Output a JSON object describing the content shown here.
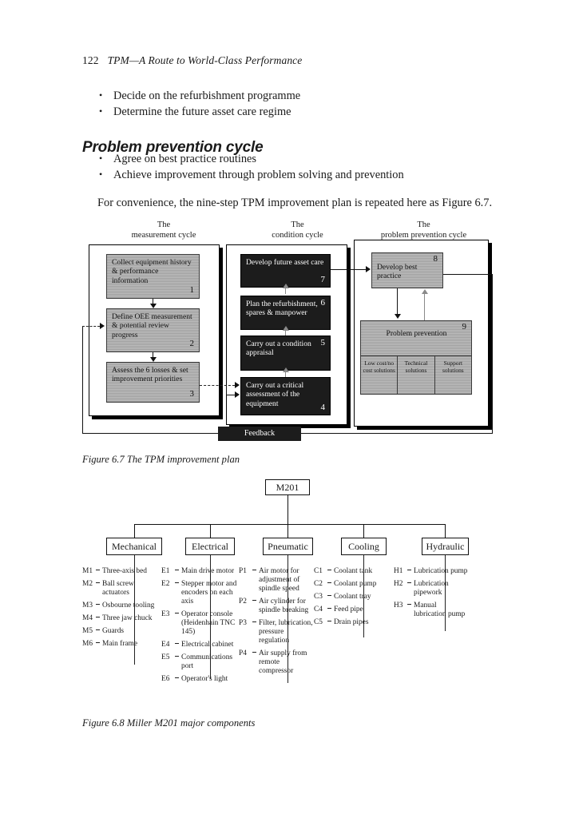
{
  "page": {
    "folio": "122",
    "running_title": "TPM—A Route to World-Class Performance"
  },
  "top_bullets": [
    "Decide on the refurbishment programme",
    "Determine the future asset care regime"
  ],
  "heading": "Problem prevention cycle",
  "section_bullets": [
    "Agree on best practice routines",
    "Achieve improvement through problem solving and prevention"
  ],
  "paragraph": "For convenience, the nine-step TPM improvement plan is repeated here as Figure 6.7.",
  "figure_67": {
    "caption": "Figure 6.7 The TPM improvement plan",
    "cycle_titles": [
      {
        "line1": "The",
        "line2": "measurement cycle"
      },
      {
        "line1": "The",
        "line2": "condition cycle"
      },
      {
        "line1": "The",
        "line2": "problem prevention cycle"
      }
    ],
    "steps": [
      {
        "num": "1",
        "text": "Collect equipment history & performance information",
        "style": "grey"
      },
      {
        "num": "2",
        "text": "Define OEE measurement & potential review progress",
        "style": "grey"
      },
      {
        "num": "3",
        "text": "Assess the 6 losses & set improvement priorities",
        "style": "grey"
      },
      {
        "num": "4",
        "text": "Carry out a critical assessment of the equipment",
        "style": "dark"
      },
      {
        "num": "5",
        "text": "Carry out a condition appraisal",
        "style": "dark"
      },
      {
        "num": "6",
        "text": "Plan the refurbishment, spares & manpower",
        "style": "dark"
      },
      {
        "num": "7",
        "text": "Develop future asset care",
        "style": "dark"
      },
      {
        "num": "8",
        "text": "Develop best practice",
        "style": "grey"
      },
      {
        "num": "9",
        "text": "Problem prevention",
        "style": "grey"
      }
    ],
    "solution_boxes": [
      "Low cost/no cost solutions",
      "Technical solutions",
      "Support solutions"
    ],
    "feedback_label": "Feedback"
  },
  "figure_68": {
    "caption": "Figure 6.8 Miller M201 major components",
    "root": "M201",
    "categories": [
      {
        "name": "Mechanical",
        "items": [
          {
            "code": "M1",
            "label": "Three-axis bed"
          },
          {
            "code": "M2",
            "label": "Ball screw actuators"
          },
          {
            "code": "M3",
            "label": "Osbourne tooling"
          },
          {
            "code": "M4",
            "label": "Three jaw chuck"
          },
          {
            "code": "M5",
            "label": "Guards"
          },
          {
            "code": "M6",
            "label": "Main frame"
          }
        ]
      },
      {
        "name": "Electrical",
        "items": [
          {
            "code": "E1",
            "label": "Main drive motor"
          },
          {
            "code": "E2",
            "label": "Stepper motor and encoders on each axis"
          },
          {
            "code": "E3",
            "label": "Operator console (Heidenhain TNC 145)"
          },
          {
            "code": "E4",
            "label": "Electrical cabinet"
          },
          {
            "code": "E5",
            "label": "Communications port"
          },
          {
            "code": "E6",
            "label": "Operator's light"
          }
        ]
      },
      {
        "name": "Pneumatic",
        "items": [
          {
            "code": "P1",
            "label": "Air motor for adjustment of spindle speed"
          },
          {
            "code": "P2",
            "label": "Air cylinder for spindle breaking"
          },
          {
            "code": "P3",
            "label": "Filter, lubrication, pressure regulation"
          },
          {
            "code": "P4",
            "label": "Air supply from remote compressor"
          }
        ]
      },
      {
        "name": "Cooling",
        "items": [
          {
            "code": "C1",
            "label": "Coolant tank"
          },
          {
            "code": "C2",
            "label": "Coolant pump"
          },
          {
            "code": "C3",
            "label": "Coolant tray"
          },
          {
            "code": "C4",
            "label": "Feed pipe"
          },
          {
            "code": "C5",
            "label": "Drain pipes"
          }
        ]
      },
      {
        "name": "Hydraulic",
        "items": [
          {
            "code": "H1",
            "label": "Lubrication pump"
          },
          {
            "code": "H2",
            "label": "Lubrication pipework"
          },
          {
            "code": "H3",
            "label": "Manual lubrication pump"
          }
        ]
      }
    ]
  },
  "colors": {
    "ink": "#1a1a1a",
    "dark_box": "#1c1c1c",
    "grey_box": "#b5b5b5",
    "paper": "#ffffff"
  }
}
